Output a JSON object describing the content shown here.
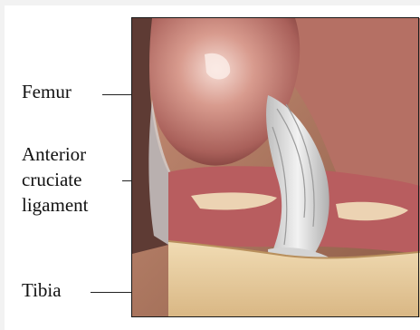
{
  "labels": {
    "femur": "Femur",
    "acl_line1": "Anterior",
    "acl_line2": "cruciate",
    "acl_line3": "ligament",
    "tibia": "Tibia"
  },
  "colors": {
    "femur_bone": "#c47e73",
    "femur_shadow": "#8a4a44",
    "femur_highlight": "#f3d6cd",
    "ligament": "#dcdcdc",
    "meniscus": "#b65a5c",
    "meniscus_inner": "#e8c7a6",
    "tibia": "#e9d0a4",
    "background_tissue": "#a8735a"
  }
}
